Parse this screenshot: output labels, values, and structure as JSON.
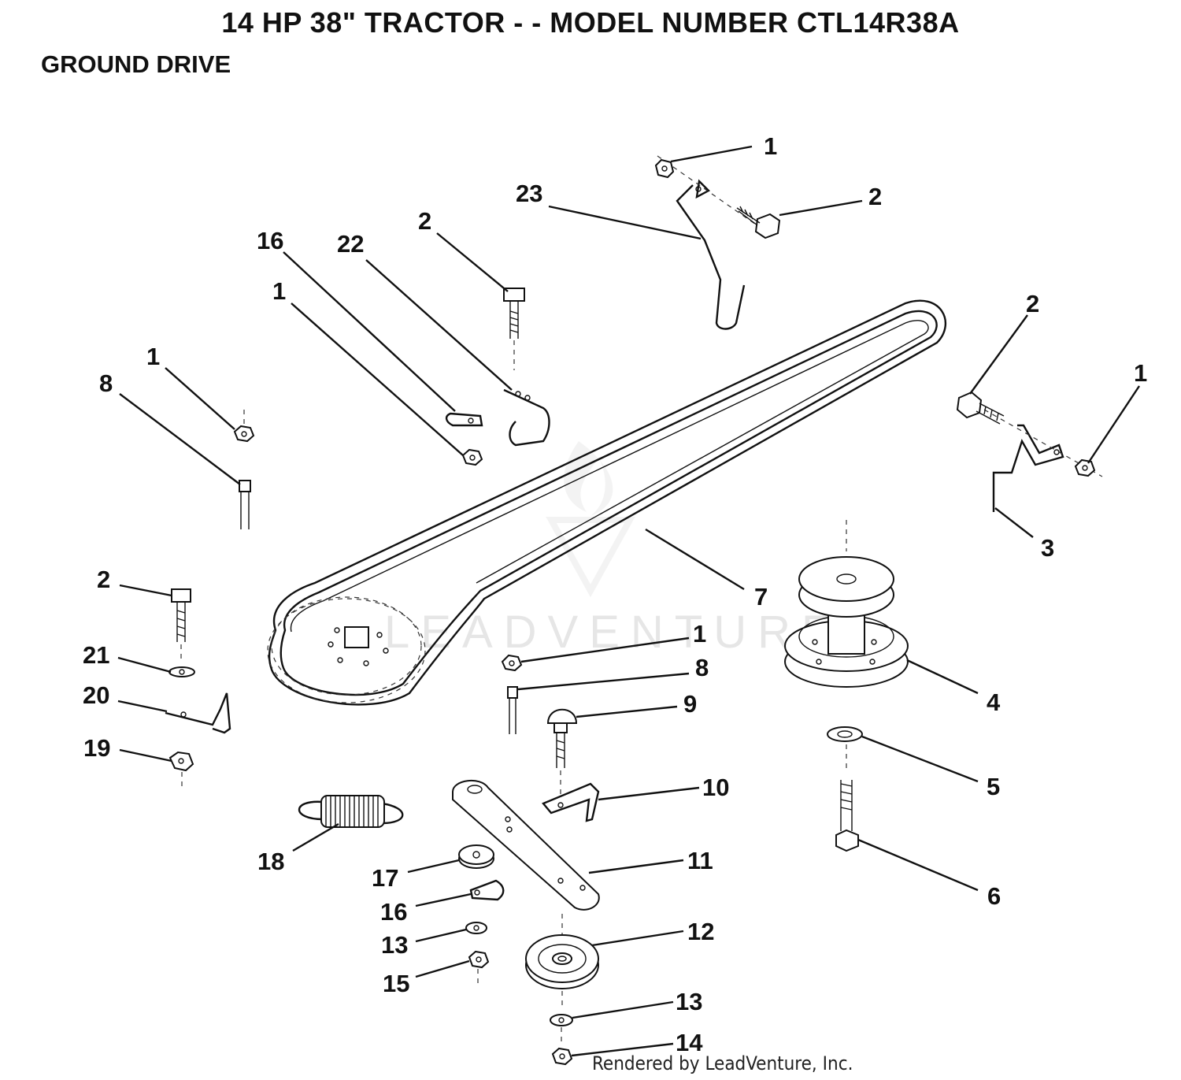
{
  "header": {
    "title": "14 HP 38\" TRACTOR - - MODEL NUMBER CTL14R38A",
    "section": "GROUND DRIVE"
  },
  "watermark": "LEADVENTURE",
  "footer": {
    "credit": "Rendered by LeadVenture, Inc."
  },
  "callouts": [
    {
      "id": "c1a",
      "label": "1"
    },
    {
      "id": "c2a",
      "label": "2"
    },
    {
      "id": "c23",
      "label": "23"
    },
    {
      "id": "c2b",
      "label": "2"
    },
    {
      "id": "c16a",
      "label": "16"
    },
    {
      "id": "c22",
      "label": "22"
    },
    {
      "id": "c1b",
      "label": "1"
    },
    {
      "id": "c2c",
      "label": "2"
    },
    {
      "id": "c1c",
      "label": "1"
    },
    {
      "id": "c1d",
      "label": "1"
    },
    {
      "id": "c8a",
      "label": "8"
    },
    {
      "id": "c3",
      "label": "3"
    },
    {
      "id": "c7",
      "label": "7"
    },
    {
      "id": "c2d",
      "label": "2"
    },
    {
      "id": "c21",
      "label": "21"
    },
    {
      "id": "c20",
      "label": "20"
    },
    {
      "id": "c19",
      "label": "19"
    },
    {
      "id": "c1e",
      "label": "1"
    },
    {
      "id": "c8b",
      "label": "8"
    },
    {
      "id": "c9",
      "label": "9"
    },
    {
      "id": "c4",
      "label": "4"
    },
    {
      "id": "c5",
      "label": "5"
    },
    {
      "id": "c10",
      "label": "10"
    },
    {
      "id": "c18",
      "label": "18"
    },
    {
      "id": "c17",
      "label": "17"
    },
    {
      "id": "c11",
      "label": "11"
    },
    {
      "id": "c6",
      "label": "6"
    },
    {
      "id": "c16b",
      "label": "16"
    },
    {
      "id": "c13a",
      "label": "13"
    },
    {
      "id": "c12",
      "label": "12"
    },
    {
      "id": "c15",
      "label": "15"
    },
    {
      "id": "c13b",
      "label": "13"
    },
    {
      "id": "c14",
      "label": "14"
    }
  ]
}
